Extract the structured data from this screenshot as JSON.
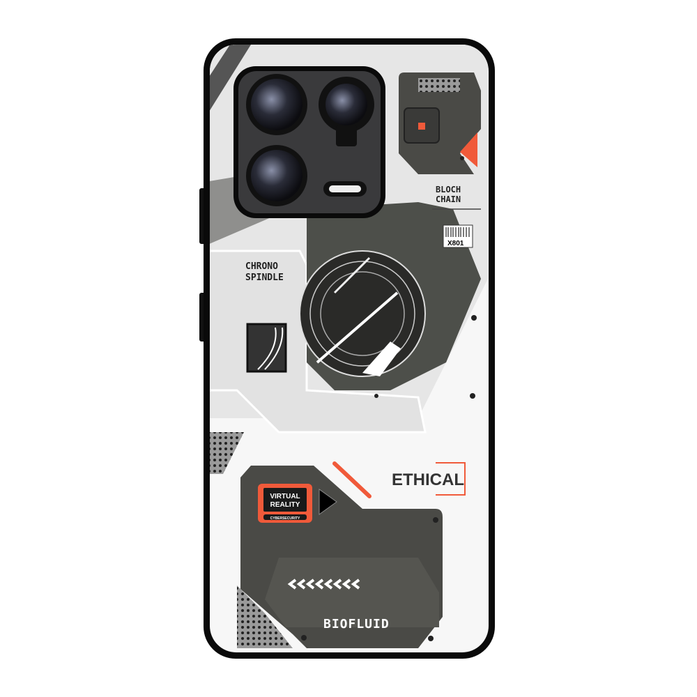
{
  "product": {
    "labels": {
      "chrono_line1": "CHRONO",
      "chrono_line2": "SPINDLE",
      "bloch_line1": "BLOCH",
      "bloch_line2": "CHAIN",
      "barcode_code": "X801",
      "ethical": "ETHICAL",
      "vr_line1": "VIRTUAL",
      "vr_line2": "REALITY",
      "vr_sub": "CYBERSECURITY",
      "biofluid": "BIOFLUID"
    },
    "colors": {
      "accent": "#f05a3a",
      "dark_panel": "#4a4a46",
      "light_panel": "#ececec",
      "case_rim": "#0a0a0a"
    }
  }
}
